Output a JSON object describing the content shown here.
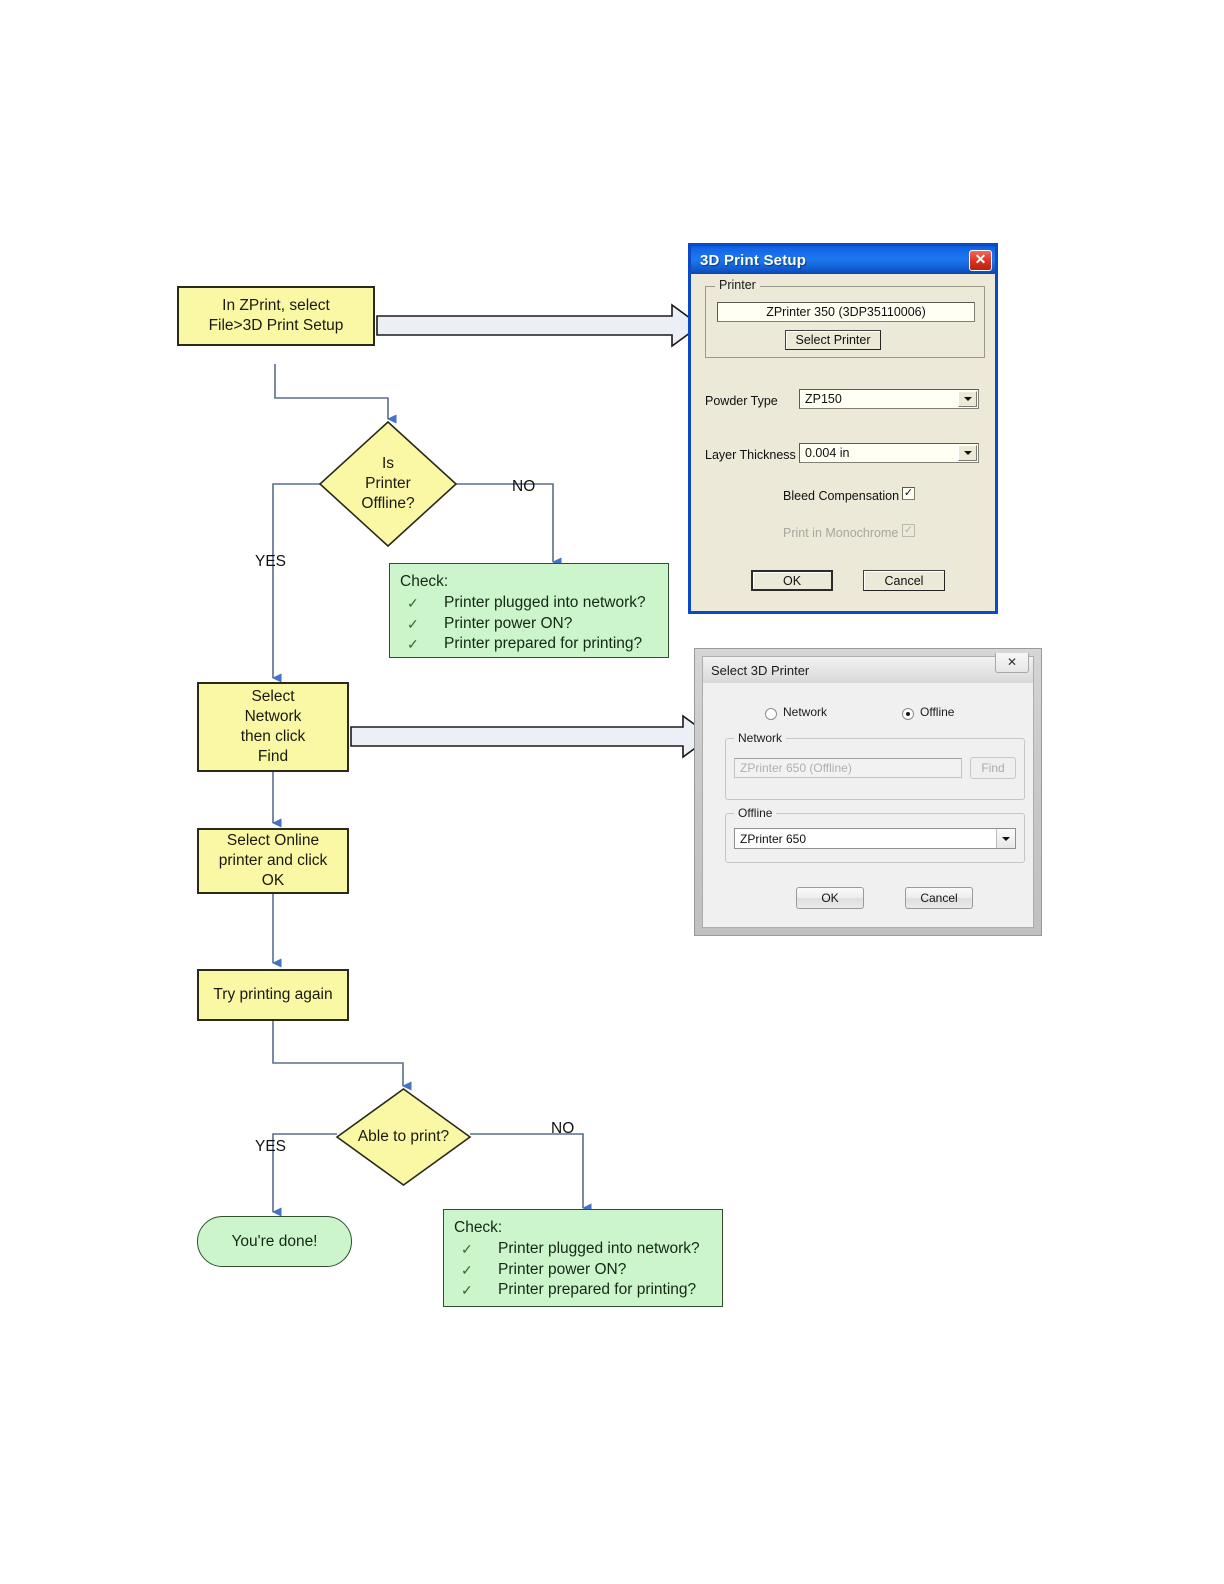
{
  "flow": {
    "nodes": [
      {
        "id": "start",
        "kind": "process",
        "lines": [
          "In ZPrint, select",
          "File>3D Print Setup"
        ]
      },
      {
        "id": "is-offline",
        "kind": "decision",
        "lines": [
          "Is",
          "Printer",
          "Offline?"
        ]
      },
      {
        "id": "select-net",
        "kind": "process",
        "lines": [
          "Select",
          "Network",
          "then click",
          "Find"
        ]
      },
      {
        "id": "select-online",
        "kind": "process",
        "lines": [
          "Select Online",
          "printer and click",
          "OK"
        ]
      },
      {
        "id": "try-again",
        "kind": "process",
        "lines": [
          "Try printing again"
        ]
      },
      {
        "id": "able-print",
        "kind": "decision",
        "lines": [
          "Able to print?"
        ]
      },
      {
        "id": "done",
        "kind": "terminator",
        "lines": [
          "You're done!"
        ]
      }
    ],
    "edge_labels": {
      "offline_yes": "YES",
      "offline_no": "NO",
      "able_yes": "YES",
      "able_no": "NO"
    },
    "checklists": [
      {
        "id": "check-top",
        "title": "Check:",
        "tick": "✓",
        "items": [
          "Printer plugged into network?",
          "Printer power ON?",
          "Printer prepared for printing?"
        ]
      },
      {
        "id": "check-bottom",
        "title": "Check:",
        "tick": "✓",
        "items": [
          "Printer plugged into network?",
          "Printer power ON?",
          "Printer prepared for printing?"
        ]
      }
    ],
    "colors": {
      "process_fill": "#FAF8A5",
      "process_border": "#2A2A1A",
      "note_fill": "#CCF5CC",
      "note_border": "#2F4F2F",
      "connector": "#4A6A96",
      "arrow_head": "#4472C4"
    }
  },
  "print_setup_dialog": {
    "title": "3D Print Setup",
    "close_glyph": "✕",
    "printer_group_label": "Printer",
    "printer_value": "ZPrinter 350 (3DP35110006)",
    "select_printer_button": "Select Printer",
    "powder_type_label": "Powder Type",
    "powder_type_value": "ZP150",
    "layer_thickness_label": "Layer Thickness",
    "layer_thickness_value": "0.004 in",
    "bleed_compensation_label": "Bleed Compensation",
    "bleed_compensation_checked": "✓",
    "print_monochrome_label": "Print in Monochrome",
    "print_monochrome_checked": "✓",
    "ok_button": "OK",
    "cancel_button": "Cancel",
    "titlebar_color": "#1266E8",
    "close_color": "#D9331E"
  },
  "select_printer_dialog": {
    "title": "Select 3D Printer",
    "close_glyph": "✕",
    "radio_network_label": "Network",
    "radio_offline_label": "Offline",
    "selected_radio": "Offline",
    "network_group_label": "Network",
    "network_value": "ZPrinter 650 (Offline)",
    "find_button": "Find",
    "offline_group_label": "Offline",
    "offline_value": "ZPrinter 650",
    "ok_button": "OK",
    "cancel_button": "Cancel"
  }
}
